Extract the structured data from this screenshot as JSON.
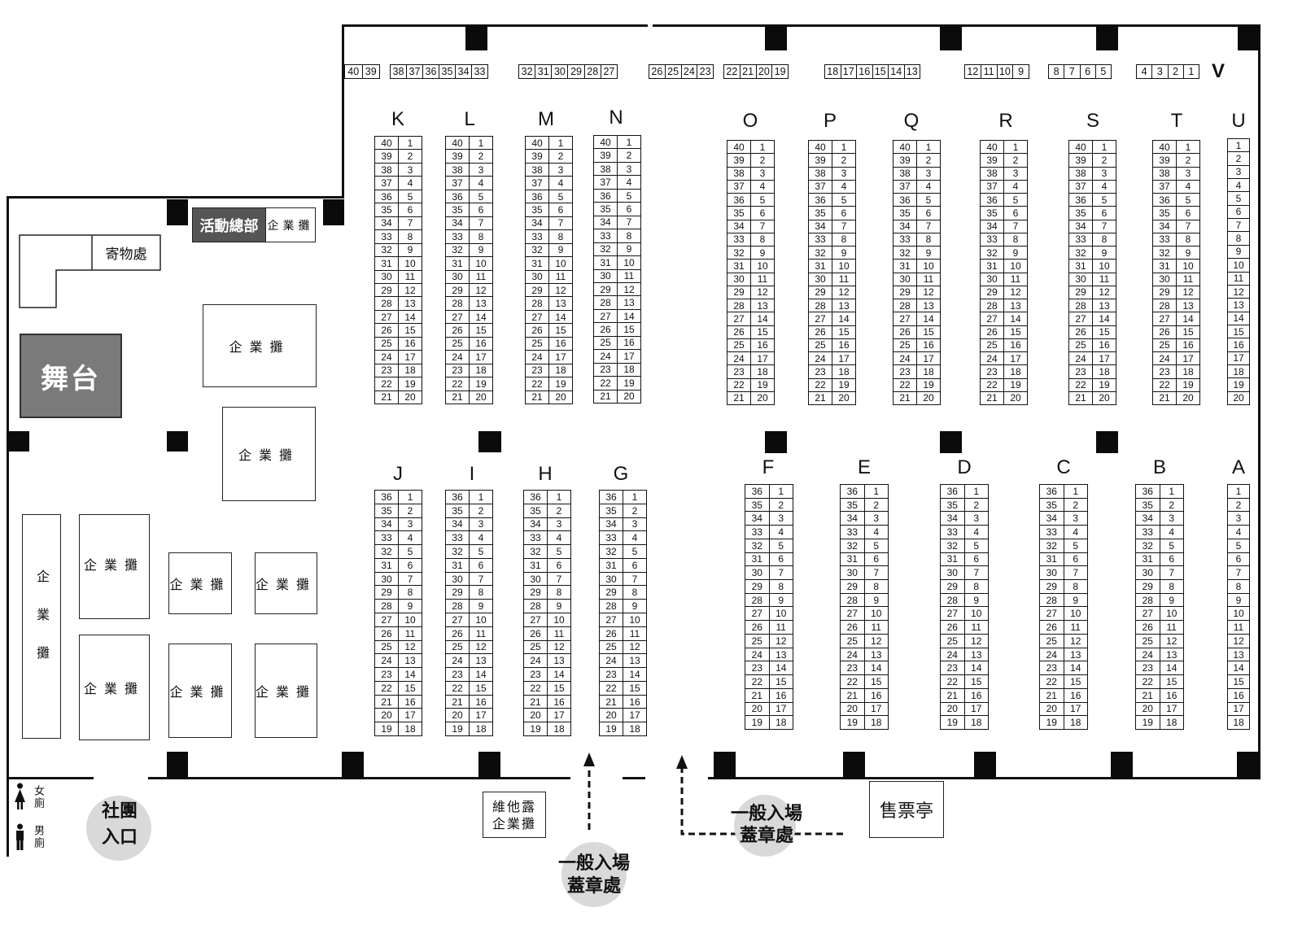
{
  "v_row": {
    "label": "V",
    "groups": [
      {
        "numbers": [
          40,
          39
        ]
      },
      {
        "numbers": [
          38,
          37,
          36,
          35,
          34,
          33
        ]
      },
      {
        "numbers": [
          32,
          31,
          30,
          29,
          28,
          27
        ]
      },
      {
        "numbers": [
          26,
          25,
          24,
          23
        ]
      },
      {
        "numbers": [
          22,
          21,
          20,
          19
        ]
      },
      {
        "numbers": [
          18,
          17,
          16,
          15,
          14,
          13
        ]
      },
      {
        "numbers": [
          12,
          11,
          10,
          9
        ]
      },
      {
        "numbers": [
          8,
          7,
          6,
          5
        ]
      },
      {
        "numbers": [
          4,
          3,
          2,
          1
        ]
      }
    ]
  },
  "upper_rows": [
    {
      "label": "K",
      "left": [
        40,
        39,
        38,
        37,
        36,
        35,
        34,
        33,
        32,
        31,
        30,
        29,
        28,
        27,
        26,
        25,
        24,
        23,
        22,
        21
      ],
      "right": [
        1,
        2,
        3,
        4,
        5,
        6,
        7,
        8,
        9,
        10,
        11,
        12,
        13,
        14,
        15,
        16,
        17,
        18,
        19,
        20
      ]
    },
    {
      "label": "L",
      "left": [
        40,
        39,
        38,
        37,
        36,
        35,
        34,
        33,
        32,
        31,
        30,
        29,
        28,
        27,
        26,
        25,
        24,
        23,
        22,
        21
      ],
      "right": [
        1,
        2,
        3,
        4,
        5,
        6,
        7,
        8,
        9,
        10,
        11,
        12,
        13,
        14,
        15,
        16,
        17,
        18,
        19,
        20
      ]
    },
    {
      "label": "M",
      "left": [
        40,
        39,
        38,
        37,
        36,
        35,
        34,
        33,
        32,
        31,
        30,
        29,
        28,
        27,
        26,
        25,
        24,
        23,
        22,
        21
      ],
      "right": [
        1,
        2,
        3,
        4,
        5,
        6,
        7,
        8,
        9,
        10,
        11,
        12,
        13,
        14,
        15,
        16,
        17,
        18,
        19,
        20
      ]
    },
    {
      "label": "N",
      "left": [
        40,
        39,
        38,
        37,
        36,
        35,
        34,
        33,
        32,
        31,
        30,
        29,
        28,
        27,
        26,
        25,
        24,
        23,
        22,
        21
      ],
      "right": [
        1,
        2,
        3,
        4,
        5,
        6,
        7,
        8,
        9,
        10,
        11,
        12,
        13,
        14,
        15,
        16,
        17,
        18,
        19,
        20
      ]
    },
    {
      "label": "O",
      "left": [
        40,
        39,
        38,
        37,
        36,
        35,
        34,
        33,
        32,
        31,
        30,
        29,
        28,
        27,
        26,
        25,
        24,
        23,
        22,
        21
      ],
      "right": [
        1,
        2,
        3,
        4,
        5,
        6,
        7,
        8,
        9,
        10,
        11,
        12,
        13,
        14,
        15,
        16,
        17,
        18,
        19,
        20
      ]
    },
    {
      "label": "P",
      "left": [
        40,
        39,
        38,
        37,
        36,
        35,
        34,
        33,
        32,
        31,
        30,
        29,
        28,
        27,
        26,
        25,
        24,
        23,
        22,
        21
      ],
      "right": [
        1,
        2,
        3,
        4,
        5,
        6,
        7,
        8,
        9,
        10,
        11,
        12,
        13,
        14,
        15,
        16,
        17,
        18,
        19,
        20
      ]
    },
    {
      "label": "Q",
      "left": [
        40,
        39,
        38,
        37,
        36,
        35,
        34,
        33,
        32,
        31,
        30,
        29,
        28,
        27,
        26,
        25,
        24,
        23,
        22,
        21
      ],
      "right": [
        1,
        2,
        3,
        4,
        5,
        6,
        7,
        8,
        9,
        10,
        11,
        12,
        13,
        14,
        15,
        16,
        17,
        18,
        19,
        20
      ]
    },
    {
      "label": "R",
      "left": [
        40,
        39,
        38,
        37,
        36,
        35,
        34,
        33,
        32,
        31,
        30,
        29,
        28,
        27,
        26,
        25,
        24,
        23,
        22,
        21
      ],
      "right": [
        1,
        2,
        3,
        4,
        5,
        6,
        7,
        8,
        9,
        10,
        11,
        12,
        13,
        14,
        15,
        16,
        17,
        18,
        19,
        20
      ]
    },
    {
      "label": "S",
      "left": [
        40,
        39,
        38,
        37,
        36,
        35,
        34,
        33,
        32,
        31,
        30,
        29,
        28,
        27,
        26,
        25,
        24,
        23,
        22,
        21
      ],
      "right": [
        1,
        2,
        3,
        4,
        5,
        6,
        7,
        8,
        9,
        10,
        11,
        12,
        13,
        14,
        15,
        16,
        17,
        18,
        19,
        20
      ]
    },
    {
      "label": "T",
      "left": [
        40,
        39,
        38,
        37,
        36,
        35,
        34,
        33,
        32,
        31,
        30,
        29,
        28,
        27,
        26,
        25,
        24,
        23,
        22,
        21
      ],
      "right": [
        1,
        2,
        3,
        4,
        5,
        6,
        7,
        8,
        9,
        10,
        11,
        12,
        13,
        14,
        15,
        16,
        17,
        18,
        19,
        20
      ]
    },
    {
      "label": "U",
      "numbers": [
        1,
        2,
        3,
        4,
        5,
        6,
        7,
        8,
        9,
        10,
        11,
        12,
        13,
        14,
        15,
        16,
        17,
        18,
        19,
        20
      ]
    }
  ],
  "lower_rows": [
    {
      "label": "J",
      "left": [
        36,
        35,
        34,
        33,
        32,
        31,
        30,
        29,
        28,
        27,
        26,
        25,
        24,
        23,
        22,
        21,
        20,
        19
      ],
      "right": [
        1,
        2,
        3,
        4,
        5,
        6,
        7,
        8,
        9,
        10,
        11,
        12,
        13,
        14,
        15,
        16,
        17,
        18
      ]
    },
    {
      "label": "I",
      "left": [
        36,
        35,
        34,
        33,
        32,
        31,
        30,
        29,
        28,
        27,
        26,
        25,
        24,
        23,
        22,
        21,
        20,
        19
      ],
      "right": [
        1,
        2,
        3,
        4,
        5,
        6,
        7,
        8,
        9,
        10,
        11,
        12,
        13,
        14,
        15,
        16,
        17,
        18
      ]
    },
    {
      "label": "H",
      "left": [
        36,
        35,
        34,
        33,
        32,
        31,
        30,
        29,
        28,
        27,
        26,
        25,
        24,
        23,
        22,
        21,
        20,
        19
      ],
      "right": [
        1,
        2,
        3,
        4,
        5,
        6,
        7,
        8,
        9,
        10,
        11,
        12,
        13,
        14,
        15,
        16,
        17,
        18
      ]
    },
    {
      "label": "G",
      "left": [
        36,
        35,
        34,
        33,
        32,
        31,
        30,
        29,
        28,
        27,
        26,
        25,
        24,
        23,
        22,
        21,
        20,
        19
      ],
      "right": [
        1,
        2,
        3,
        4,
        5,
        6,
        7,
        8,
        9,
        10,
        11,
        12,
        13,
        14,
        15,
        16,
        17,
        18
      ]
    },
    {
      "label": "F",
      "left": [
        36,
        35,
        34,
        33,
        32,
        31,
        30,
        29,
        28,
        27,
        26,
        25,
        24,
        23,
        22,
        21,
        20,
        19
      ],
      "right": [
        1,
        2,
        3,
        4,
        5,
        6,
        7,
        8,
        9,
        10,
        11,
        12,
        13,
        14,
        15,
        16,
        17,
        18
      ]
    },
    {
      "label": "E",
      "left": [
        36,
        35,
        34,
        33,
        32,
        31,
        30,
        29,
        28,
        27,
        26,
        25,
        24,
        23,
        22,
        21,
        20,
        19
      ],
      "right": [
        1,
        2,
        3,
        4,
        5,
        6,
        7,
        8,
        9,
        10,
        11,
        12,
        13,
        14,
        15,
        16,
        17,
        18
      ]
    },
    {
      "label": "D",
      "left": [
        36,
        35,
        34,
        33,
        32,
        31,
        30,
        29,
        28,
        27,
        26,
        25,
        24,
        23,
        22,
        21,
        20,
        19
      ],
      "right": [
        1,
        2,
        3,
        4,
        5,
        6,
        7,
        8,
        9,
        10,
        11,
        12,
        13,
        14,
        15,
        16,
        17,
        18
      ]
    },
    {
      "label": "C",
      "left": [
        36,
        35,
        34,
        33,
        32,
        31,
        30,
        29,
        28,
        27,
        26,
        25,
        24,
        23,
        22,
        21,
        20,
        19
      ],
      "right": [
        1,
        2,
        3,
        4,
        5,
        6,
        7,
        8,
        9,
        10,
        11,
        12,
        13,
        14,
        15,
        16,
        17,
        18
      ]
    },
    {
      "label": "B",
      "left": [
        36,
        35,
        34,
        33,
        32,
        31,
        30,
        29,
        28,
        27,
        26,
        25,
        24,
        23,
        22,
        21,
        20,
        19
      ],
      "right": [
        1,
        2,
        3,
        4,
        5,
        6,
        7,
        8,
        9,
        10,
        11,
        12,
        13,
        14,
        15,
        16,
        17,
        18
      ]
    },
    {
      "label": "A",
      "numbers": [
        1,
        2,
        3,
        4,
        5,
        6,
        7,
        8,
        9,
        10,
        11,
        12,
        13,
        14,
        15,
        16,
        17,
        18
      ]
    }
  ],
  "venue": {
    "hq": "活動總部",
    "storage": "寄物處",
    "stage": "舞台",
    "enterprise_booths": [
      "企業攤",
      "企業攤",
      "企業攤",
      "企業攤",
      "企業攤",
      "企業攤",
      "企業攤",
      "企業攤",
      "企業攤",
      "企業攤"
    ],
    "sponsor_booth": [
      "維他露",
      "企業攤"
    ],
    "ticket_booth": "售票亭"
  },
  "entrances": {
    "club": [
      "社團",
      "入口"
    ],
    "general_left": [
      "一般入場",
      "蓋章處"
    ],
    "general_right": [
      "一般入場",
      "蓋章處"
    ]
  },
  "restrooms": {
    "female": "女廁",
    "male": "男廁"
  },
  "icons": {
    "female_restroom": "female-icon",
    "male_restroom": "male-icon",
    "entry_arrow": "arrow-up-icon"
  },
  "colors": {
    "wall": "#111111",
    "stage": "#7a7a7a",
    "hq": "#555555",
    "entrance_marker": "#d9d9d9"
  }
}
